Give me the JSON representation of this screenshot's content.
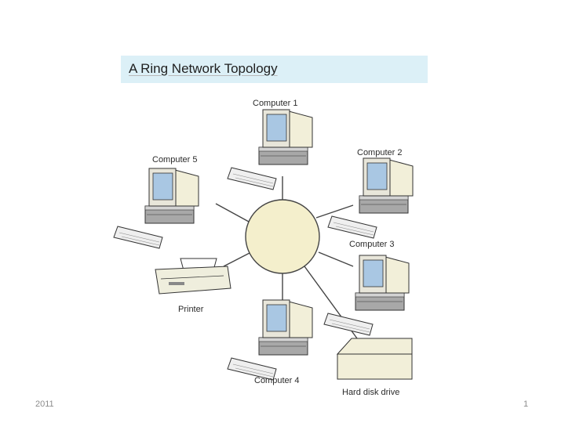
{
  "slide": {
    "title": "A Ring Network Topology",
    "footer_left": "2011",
    "page_number": "1"
  },
  "diagram": {
    "hub": "ring",
    "nodes": [
      {
        "label": "Computer 1",
        "icon": "computer-icon"
      },
      {
        "label": "Computer 2",
        "icon": "computer-icon"
      },
      {
        "label": "Computer 3",
        "icon": "computer-icon"
      },
      {
        "label": "Computer 4",
        "icon": "computer-icon"
      },
      {
        "label": "Computer 5",
        "icon": "computer-icon"
      },
      {
        "label": "Printer",
        "icon": "printer-icon"
      },
      {
        "label": "Hard disk drive",
        "icon": "hard-disk-icon"
      }
    ]
  },
  "colors": {
    "title_bg": "#dcf0f7",
    "ring_fill": "#f4efcc",
    "screen": "#a9c7e3",
    "case": "#e8e6da",
    "base": "#bfbfbf"
  }
}
